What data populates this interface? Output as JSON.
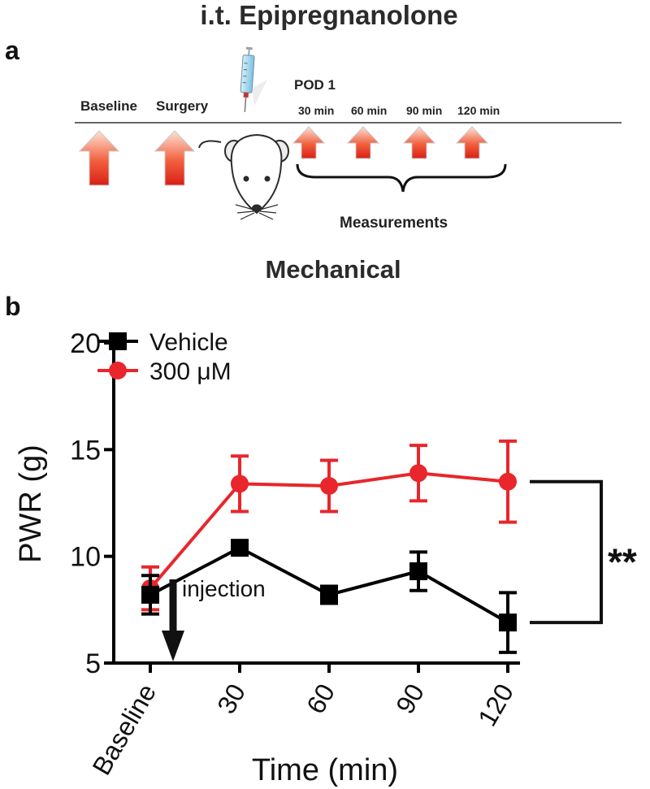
{
  "figure": {
    "title": "i.t. Epipregnanolone",
    "panel_a": {
      "label": "a",
      "steps": [
        {
          "label": "Baseline",
          "arrow": "up-arrow-icon"
        },
        {
          "label": "Surgery",
          "arrow": "up-arrow-icon"
        }
      ],
      "pod_label": "POD 1",
      "times": [
        "30 min",
        "60 min",
        "90 min",
        "120 min"
      ],
      "measurements_label": "Measurements",
      "illustrations": [
        "syringe-icon",
        "mouse-icon"
      ]
    },
    "panel_b": {
      "label": "b",
      "subtitle": "Mechanical"
    }
  },
  "chart_data": {
    "type": "line",
    "categories": [
      "Baseline",
      "30",
      "60",
      "90",
      "120"
    ],
    "xlabel": "Time (min)",
    "ylabel": "PWR (g)",
    "ylim": [
      5,
      20
    ],
    "yticks": [
      5,
      10,
      15,
      20
    ],
    "grid": false,
    "legend_position": "top-left",
    "series": [
      {
        "name": "Vehicle",
        "color": "#000000",
        "marker": "square",
        "values": [
          8.2,
          10.4,
          8.2,
          9.3,
          6.9
        ],
        "errors": [
          0.9,
          0.2,
          0.4,
          0.9,
          1.4
        ]
      },
      {
        "name": "300 μM",
        "color": "#e8262b",
        "marker": "circle",
        "values": [
          8.5,
          13.4,
          13.3,
          13.9,
          13.5
        ],
        "errors": [
          1.0,
          1.3,
          1.2,
          1.3,
          1.9
        ]
      }
    ],
    "annotations": {
      "injection_label": "injection",
      "injection_after_index": 0,
      "significance": "**"
    }
  }
}
